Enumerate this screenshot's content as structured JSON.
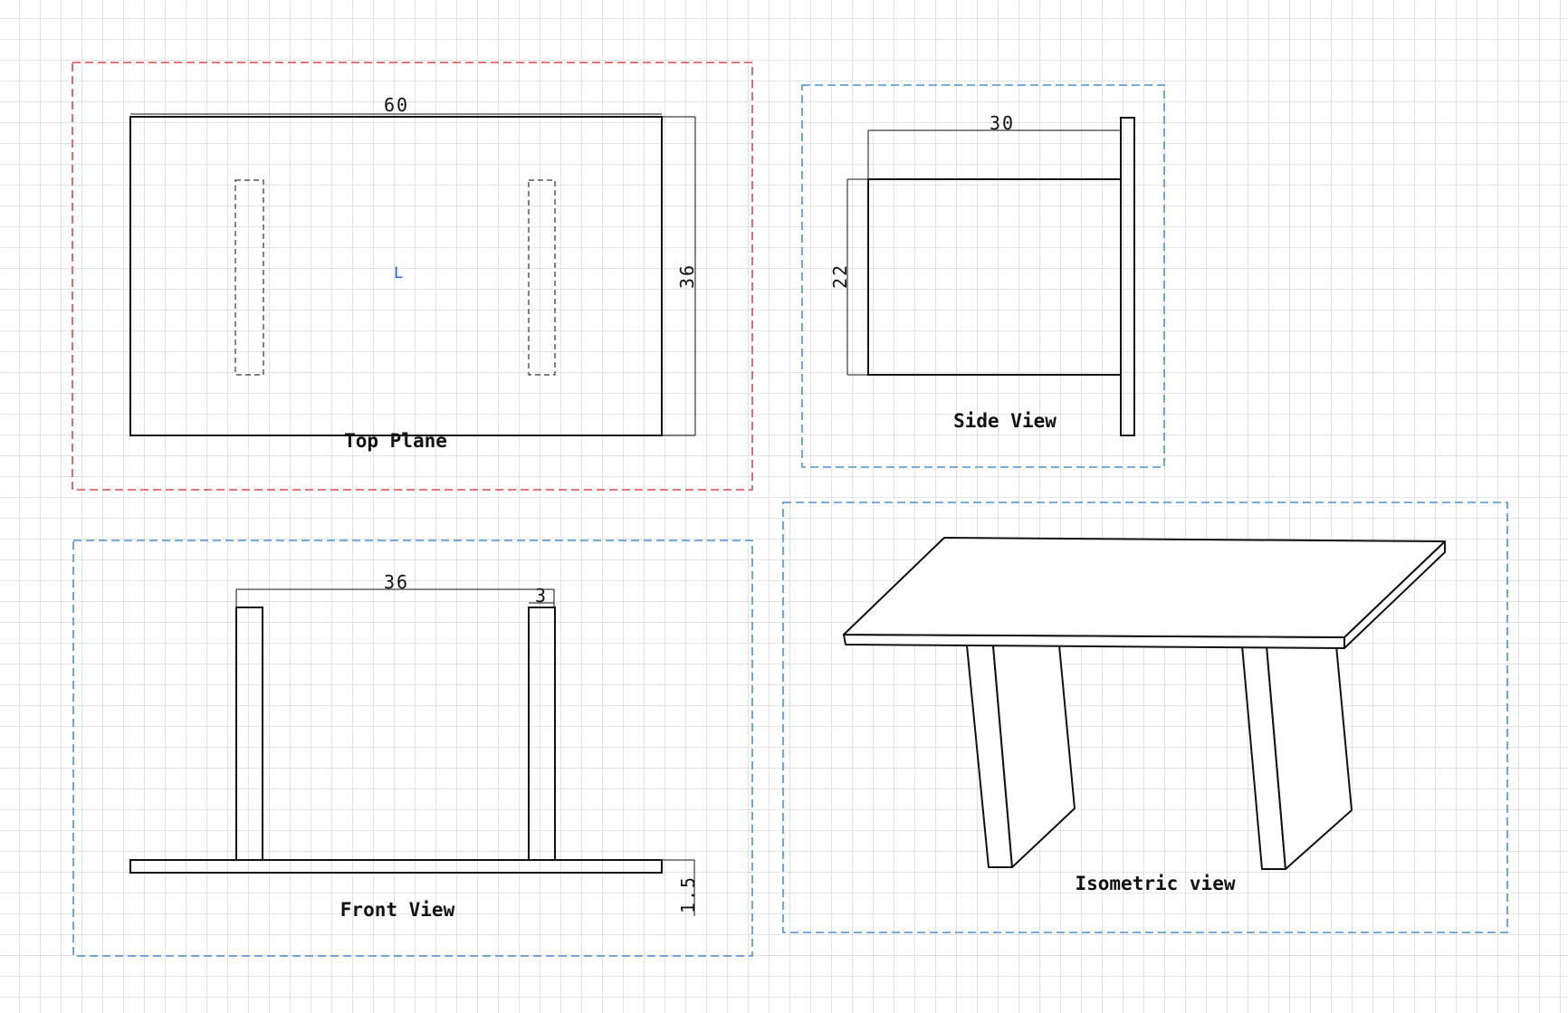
{
  "colors": {
    "grid": "#d3d3d3",
    "frame_selected": "#e3474b",
    "frame_default": "#4a90d9",
    "marker": "#1a56e8",
    "ink": "#111111"
  },
  "views": {
    "top": {
      "caption": "Top Plane",
      "dim_length": "60",
      "dim_width": "36",
      "origin_marker": "L"
    },
    "side": {
      "caption": "Side View",
      "dim_depth": "30",
      "dim_height": "22"
    },
    "front": {
      "caption": "Front View",
      "dim_span": "36",
      "dim_leg": "3",
      "dim_thickness": "1.5"
    },
    "iso": {
      "caption": "Isometric view"
    }
  }
}
